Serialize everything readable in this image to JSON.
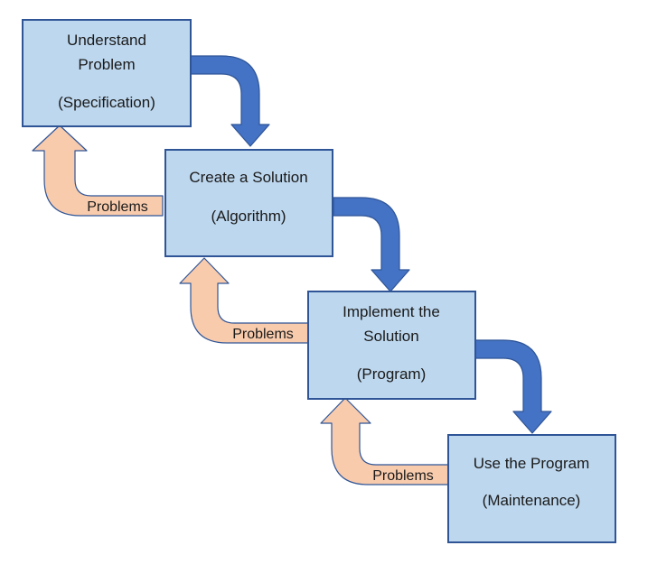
{
  "diagram": {
    "steps": [
      {
        "line1": "Understand",
        "line2": "Problem",
        "line3": "(Specification)"
      },
      {
        "line1": "Create a Solution",
        "line2": "(Algorithm)"
      },
      {
        "line1": "Implement the",
        "line2": "Solution",
        "line3": "(Program)"
      },
      {
        "line1": "Use the Program",
        "line2": "(Maintenance)"
      }
    ],
    "feedback": [
      {
        "label": "Problems"
      },
      {
        "label": "Problems"
      },
      {
        "label": "Problems"
      }
    ],
    "colors": {
      "box_fill": "#bdd7ee",
      "box_border": "#2f5597",
      "forward_arrow": "#4472c4",
      "feedback_arrow": "#f8cbad"
    }
  }
}
